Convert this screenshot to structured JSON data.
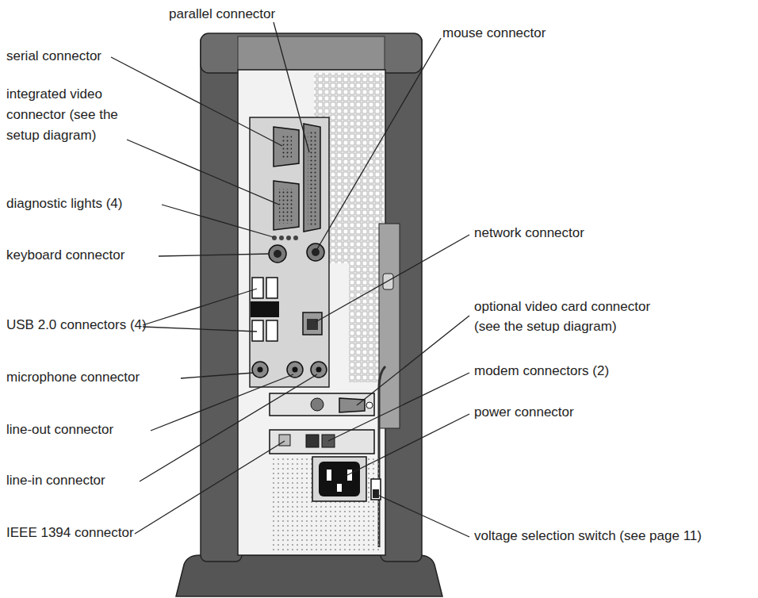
{
  "diagram": {
    "labels": [
      "parallel connector",
      "serial connector",
      "integrated video connector (see the setup diagram)",
      "diagnostic lights (4)",
      "keyboard connector",
      "USB 2.0 connectors (4)",
      "microphone connector",
      "line-out connector",
      "line-in connector",
      "IEEE 1394 connector",
      "mouse connector",
      "network connector",
      "optional video card connector (see the setup diagram)",
      "modem connectors (2)",
      "power connector",
      "voltage selection switch (see page 11)"
    ]
  }
}
